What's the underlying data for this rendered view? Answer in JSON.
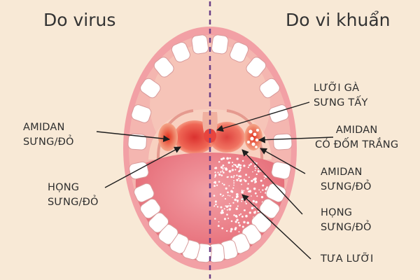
{
  "titles": {
    "left": "Do virus",
    "right": "Do vi khuẩn"
  },
  "labels": {
    "virus_tonsils": [
      "AMIDAN",
      "SƯNG/ĐỎ"
    ],
    "virus_throat": [
      "HỌNG",
      "SƯNG/ĐỎ"
    ],
    "uvula": [
      "LƯỠI GÀ",
      "SƯNG TẤY"
    ],
    "tonsils_white_spots": [
      "AMIDAN",
      "CÓ ĐỐM TRẮNG"
    ],
    "bacteria_tonsils": [
      "AMIDAN",
      "SƯNG/ĐỎ"
    ],
    "bacteria_throat": [
      "HỌNG",
      "SƯNG/ĐỎ"
    ],
    "coated_tongue": [
      "TƯA LƯỠI"
    ]
  },
  "colors": {
    "background": "#f8e9d6",
    "lip": "#f2a0a5",
    "gum": "#f4b6b0",
    "teeth": "#ffffff",
    "throat": "#f6c0b2",
    "tongue": "#e9707c",
    "inflamed": "#e8453e",
    "divider": "#6b3f86"
  }
}
